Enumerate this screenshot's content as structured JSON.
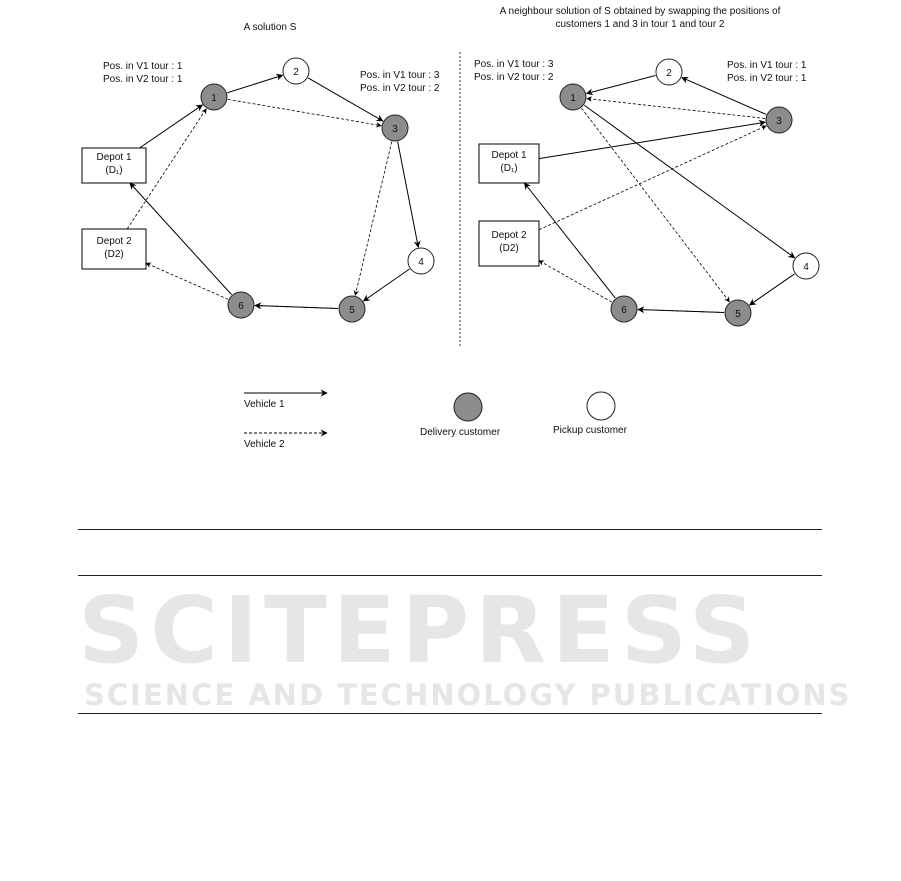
{
  "watermark": {
    "line1": "SCITEPRESS",
    "line2": "SCIENCE AND TECHNOLOGY PUBLICATIONS"
  },
  "left": {
    "title": "A solution S",
    "pos_note_1": [
      "Pos. in V1 tour : 1",
      "Pos. in V2 tour : 1"
    ],
    "pos_note_3": [
      "Pos. in V1 tour : 3",
      "Pos. in V2 tour : 2"
    ],
    "depot1": {
      "name": "Depot 1",
      "code": "(D₁)"
    },
    "depot2": {
      "name": "Depot 2",
      "code": "(D2)"
    },
    "vehicle1_edges": [
      [
        "D1",
        "1"
      ],
      [
        "1",
        "2"
      ],
      [
        "2",
        "3"
      ],
      [
        "3",
        "4"
      ],
      [
        "4",
        "5"
      ],
      [
        "5",
        "6"
      ],
      [
        "6",
        "D1"
      ]
    ],
    "vehicle2_edges": [
      [
        "D2",
        "1"
      ],
      [
        "1",
        "3"
      ],
      [
        "3",
        "5"
      ],
      [
        "5",
        "6"
      ],
      [
        "6",
        "D2"
      ]
    ]
  },
  "right": {
    "title": [
      "A neighbour solution of S obtained by swapping the positions of",
      "customers 1 and 3 in tour 1 and tour 2"
    ],
    "pos_note_1": [
      "Pos. in V1 tour : 3",
      "Pos. in V2 tour : 2"
    ],
    "pos_note_3": [
      "Pos. in V1 tour : 1",
      "Pos. in V2 tour : 1"
    ],
    "depot1": {
      "name": "Depot 1",
      "code": "(D₁)"
    },
    "depot2": {
      "name": "Depot 2",
      "code": "(D2)"
    },
    "vehicle1_edges": [
      [
        "D1",
        "3"
      ],
      [
        "3",
        "2"
      ],
      [
        "2",
        "1"
      ],
      [
        "1",
        "4"
      ],
      [
        "4",
        "5"
      ],
      [
        "5",
        "6"
      ],
      [
        "6",
        "D1"
      ]
    ],
    "vehicle2_edges": [
      [
        "D2",
        "3"
      ],
      [
        "3",
        "1"
      ],
      [
        "1",
        "5"
      ],
      [
        "5",
        "6"
      ],
      [
        "6",
        "D2"
      ]
    ]
  },
  "nodes": [
    {
      "id": "1",
      "type": "delivery"
    },
    {
      "id": "2",
      "type": "pickup"
    },
    {
      "id": "3",
      "type": "delivery"
    },
    {
      "id": "4",
      "type": "pickup"
    },
    {
      "id": "5",
      "type": "delivery"
    },
    {
      "id": "6",
      "type": "delivery"
    }
  ],
  "legend": {
    "vehicle1": "Vehicle 1",
    "vehicle2": "Vehicle 2",
    "delivery": "Delivery customer",
    "pickup": "Pickup customer"
  },
  "colors": {
    "delivery": "#8c8c8c",
    "pickup": "#ffffff"
  }
}
